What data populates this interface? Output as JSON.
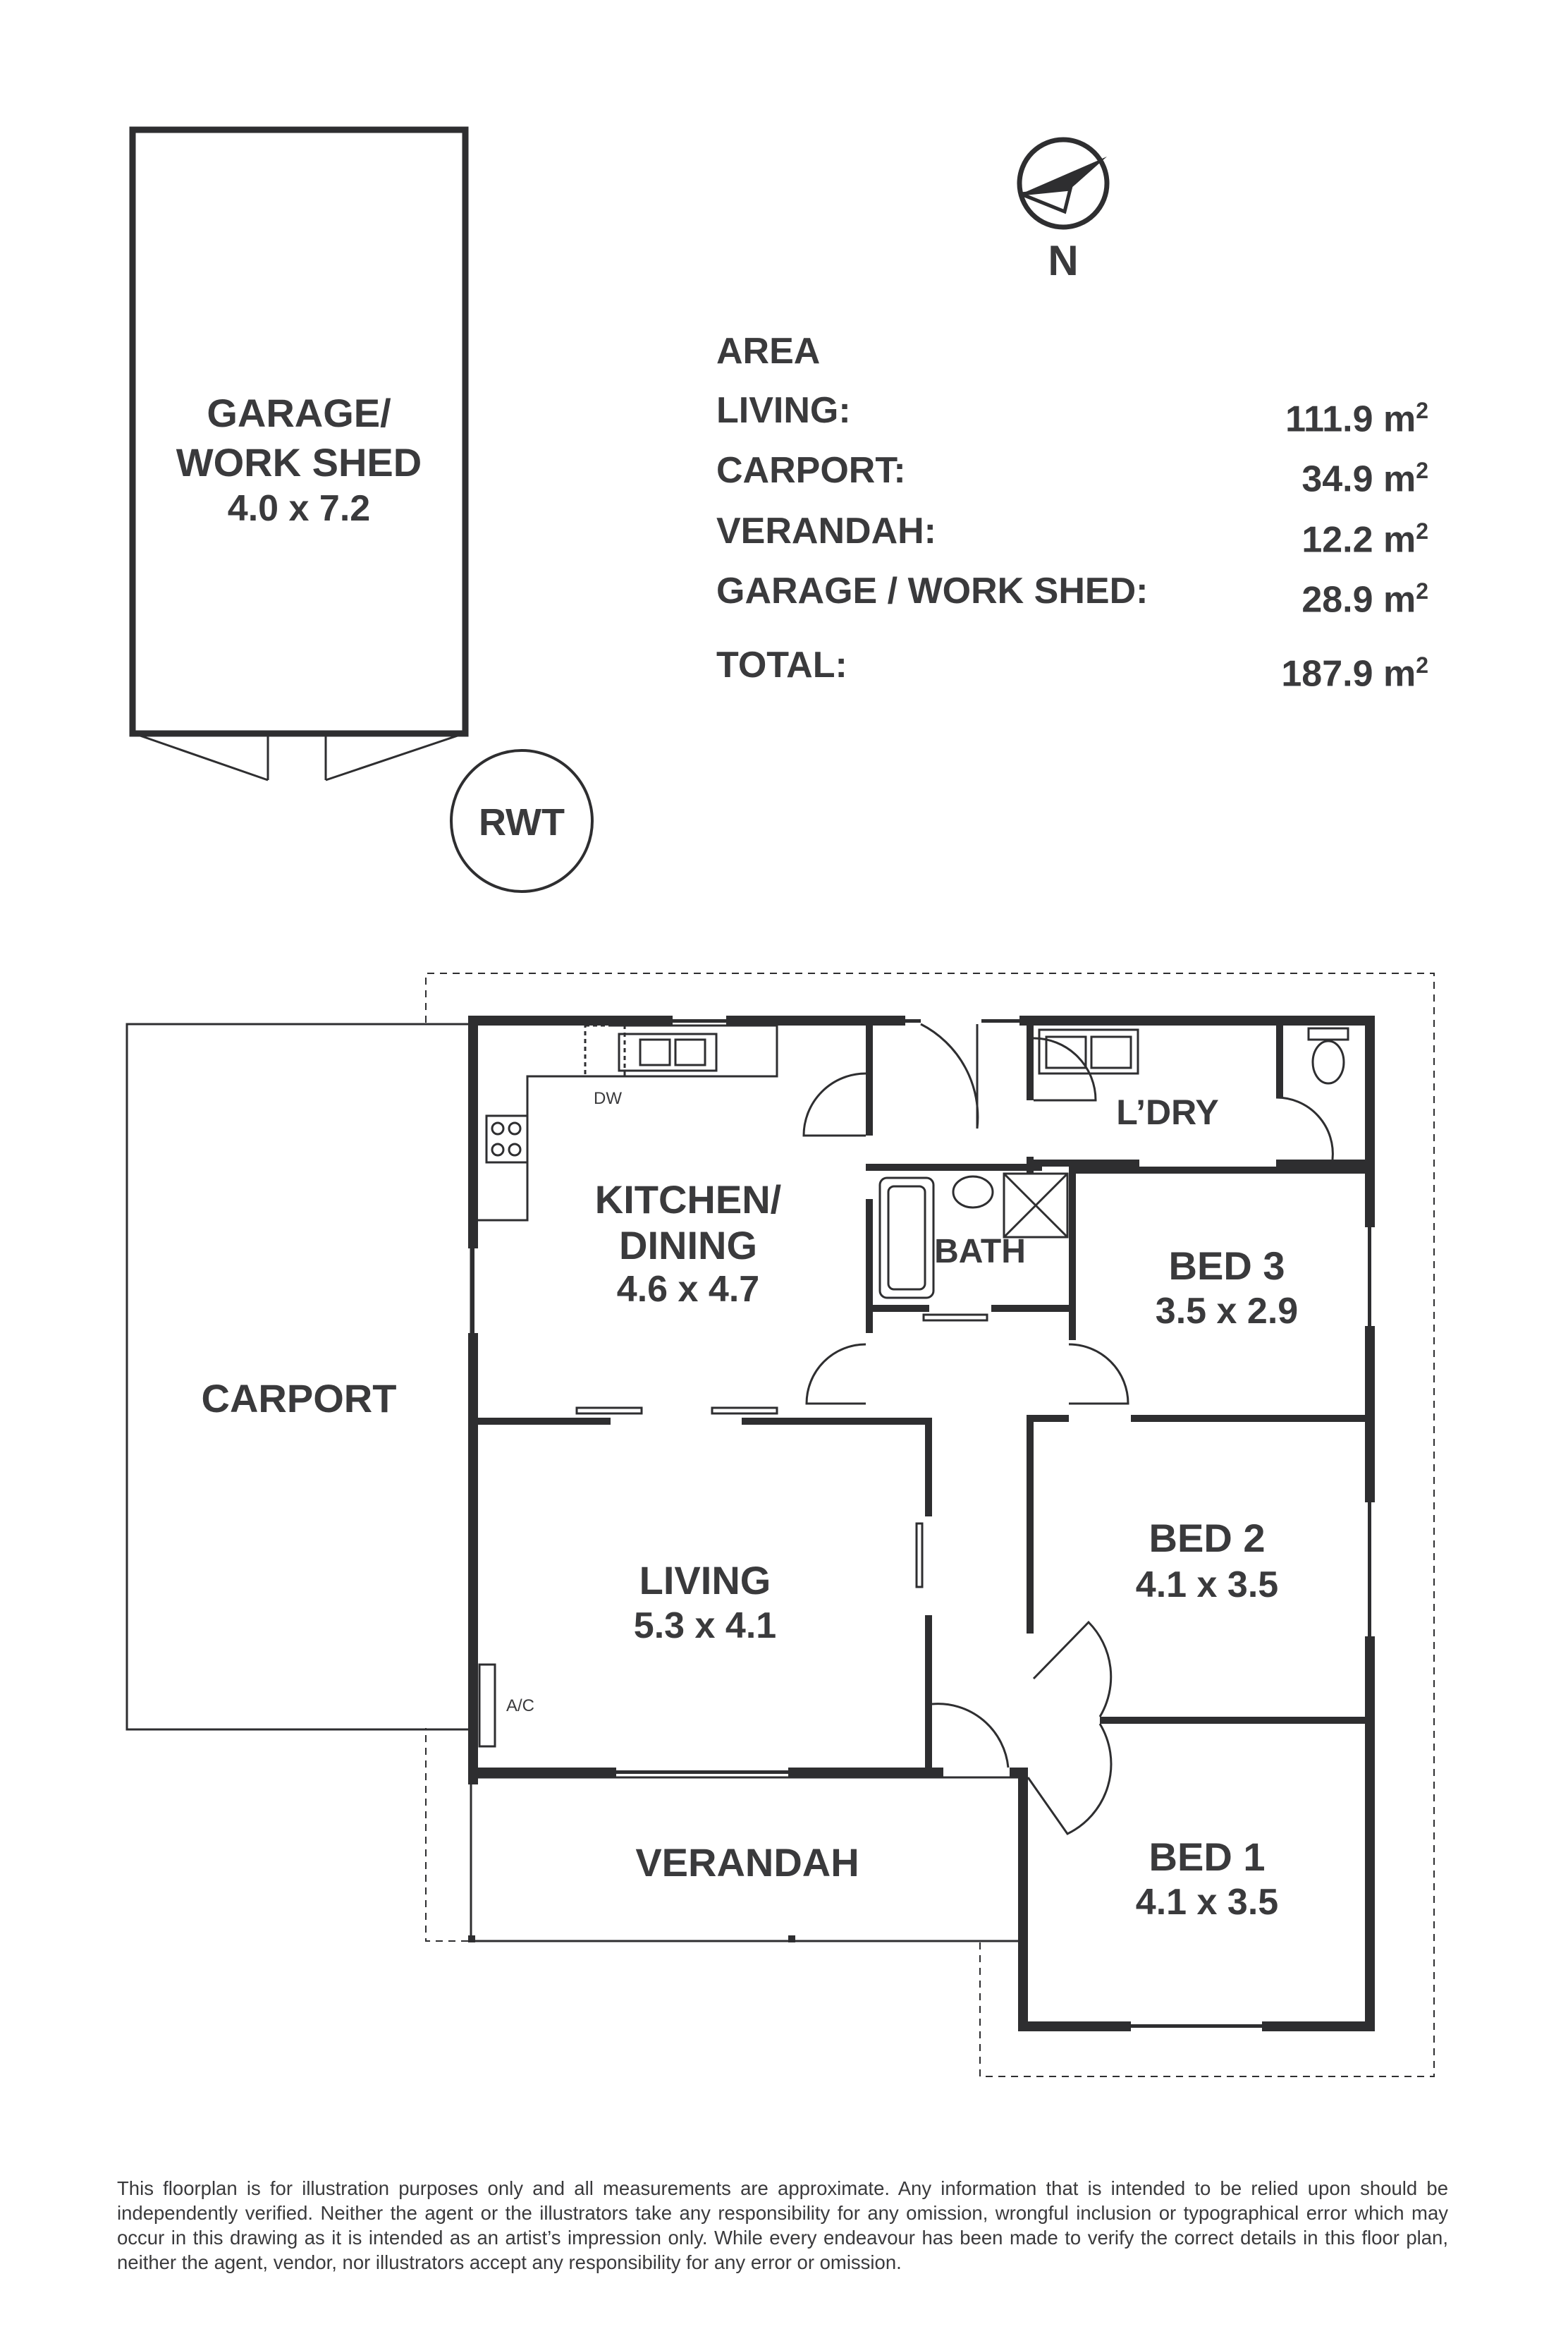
{
  "compass": {
    "label": "N"
  },
  "area": {
    "heading": "AREA",
    "rows": [
      {
        "label": "LIVING:",
        "value": "111.9 m",
        "sup": "2"
      },
      {
        "label": "CARPORT:",
        "value": "34.9 m",
        "sup": "2"
      },
      {
        "label": "VERANDAH:",
        "value": "12.2 m",
        "sup": "2"
      },
      {
        "label": "GARAGE / WORK SHED:",
        "value": "28.9 m",
        "sup": "2"
      }
    ],
    "total": {
      "label": "TOTAL:",
      "value": "187.9 m",
      "sup": "2"
    }
  },
  "garage": {
    "line1": "GARAGE/",
    "line2": "WORK SHED",
    "dims": "4.0 x 7.2"
  },
  "rwt": "RWT",
  "rooms": {
    "kitchen": {
      "line1": "KITCHEN/",
      "line2": "DINING",
      "dims": "4.6 x 4.7"
    },
    "living": {
      "name": "LIVING",
      "dims": "5.3 x 4.1"
    },
    "carport": {
      "name": "CARPORT"
    },
    "verandah": {
      "name": "VERANDAH"
    },
    "bath": {
      "name": "BATH"
    },
    "laundry": {
      "name": "L’DRY"
    },
    "bed3": {
      "name": "BED 3",
      "dims": "3.5 x 2.9"
    },
    "bed2": {
      "name": "BED 2",
      "dims": "4.1 x 3.5"
    },
    "bed1": {
      "name": "BED 1",
      "dims": "4.1 x 3.5"
    }
  },
  "fixtures": {
    "dishwasher": "DW",
    "aircon": "A/C"
  },
  "disclaimer": "This floorplan is for illustration purposes only and all measurements are approximate. Any information that is intended to be relied upon should be independently verified. Neither the agent or the illustrators take any responsibility for any omission, wrongful inclusion or typographical error which may occur in this drawing as it is intended as an artist’s impression only. While every endeavour has been made to verify the correct details in this floor plan, neither the agent, vendor, nor illustrators accept any responsibility for any error or omission.",
  "colors": {
    "ink": "#3a3a3c",
    "wall": "#2e2e30",
    "background": "#ffffff"
  }
}
